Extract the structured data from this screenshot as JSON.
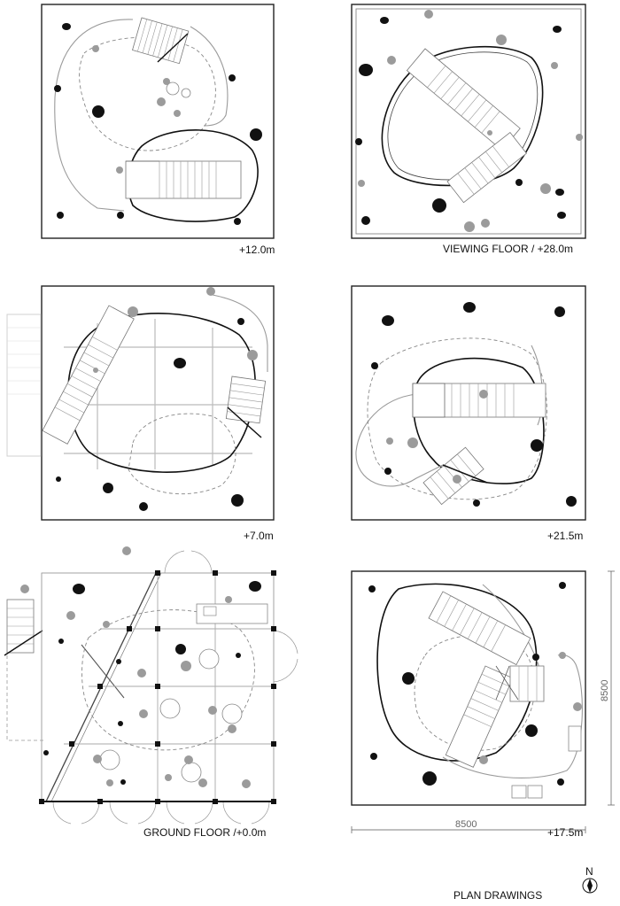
{
  "floors": [
    {
      "id": "plus12",
      "label": "+12.0m"
    },
    {
      "id": "viewing",
      "label": "VIEWING FLOOR / +28.0m"
    },
    {
      "id": "plus7",
      "label": "+7.0m"
    },
    {
      "id": "plus21",
      "label": "+21.5m"
    },
    {
      "id": "ground",
      "label": "GROUND FLOOR /+0.0m"
    },
    {
      "id": "plus17",
      "label": "+17.5m"
    }
  ],
  "dimensions": {
    "width": "8500",
    "depth": "8500"
  },
  "title": "PLAN  DRAWINGS",
  "north": "N",
  "icons": [
    "north-arrow-icon",
    "column-icon",
    "person-icon",
    "stair-icon"
  ]
}
